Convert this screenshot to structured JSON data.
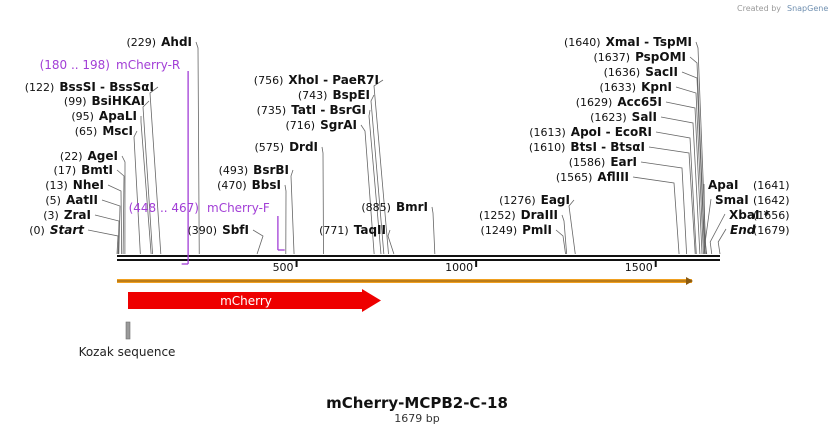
{
  "credit": {
    "prefix": "Created by",
    "brand": "SnapGene"
  },
  "title": "mCherry-MCPB2-C-18",
  "subtitle": "1679 bp",
  "sequence_length": 1679,
  "ruler_ticks": [
    {
      "value": 500,
      "label": "500"
    },
    {
      "value": 1000,
      "label": "1000"
    },
    {
      "value": 1500,
      "label": "1500"
    }
  ],
  "features": [
    {
      "name": "mCherry",
      "start": 1,
      "end": 711,
      "color": "#ee0000"
    },
    {
      "name": "Kozak sequence",
      "start": 32,
      "end": 42,
      "color": "#9a9a9a"
    }
  ],
  "orf": {
    "start": 1,
    "end": 1599,
    "color": "#f0a020"
  },
  "primers": [
    {
      "range": "(180 .. 198)",
      "name": "mCherry-R",
      "start": 180,
      "end": 198,
      "color": "#a23ed6"
    },
    {
      "range": "(448 .. 467)",
      "name": "mCherry-F",
      "start": 448,
      "end": 467,
      "color": "#a23ed6"
    }
  ],
  "site_groups": [
    {
      "pos": "(229)",
      "names": [
        "AhdI"
      ],
      "at": 229
    },
    {
      "pos": "(122)",
      "names": [
        "BssSI",
        "BssSαI"
      ],
      "at": 122
    },
    {
      "pos": "(99)",
      "names": [
        "BsiHKAI"
      ],
      "at": 99
    },
    {
      "pos": "(95)",
      "names": [
        "ApaLI"
      ],
      "at": 95
    },
    {
      "pos": "(65)",
      "names": [
        "MscI"
      ],
      "at": 65
    },
    {
      "pos": "(22)",
      "names": [
        "AgeI"
      ],
      "at": 22
    },
    {
      "pos": "(17)",
      "names": [
        "BmtI"
      ],
      "at": 17
    },
    {
      "pos": "(13)",
      "names": [
        "NheI"
      ],
      "at": 13
    },
    {
      "pos": "(5)",
      "names": [
        "AatII"
      ],
      "at": 5
    },
    {
      "pos": "(3)",
      "names": [
        "ZraI"
      ],
      "at": 3
    },
    {
      "pos": "(0)",
      "names": [
        "Start"
      ],
      "at": 0,
      "italic": true
    },
    {
      "pos": "(756)",
      "names": [
        "XhoI",
        "PaeR7I"
      ],
      "at": 756
    },
    {
      "pos": "(743)",
      "names": [
        "BspEI"
      ],
      "at": 743
    },
    {
      "pos": "(735)",
      "names": [
        "TatI",
        "BsrGI"
      ],
      "at": 735
    },
    {
      "pos": "(716)",
      "names": [
        "SgrAI"
      ],
      "at": 716
    },
    {
      "pos": "(575)",
      "names": [
        "DrdI"
      ],
      "at": 575
    },
    {
      "pos": "(493)",
      "names": [
        "BsrBI"
      ],
      "at": 493
    },
    {
      "pos": "(470)",
      "names": [
        "BbsI"
      ],
      "at": 470
    },
    {
      "pos": "(390)",
      "names": [
        "SbfI"
      ],
      "at": 390
    },
    {
      "pos": "(771)",
      "names": [
        "TaqII"
      ],
      "at": 771
    },
    {
      "pos": "(885)",
      "names": [
        "BmrI"
      ],
      "at": 885
    },
    {
      "pos": "(1276)",
      "names": [
        "EagI"
      ],
      "at": 1276
    },
    {
      "pos": "(1252)",
      "names": [
        "DraIII"
      ],
      "at": 1252
    },
    {
      "pos": "(1249)",
      "names": [
        "PmlI"
      ],
      "at": 1249
    },
    {
      "pos": "(1640)",
      "names": [
        "XmaI",
        "TspMI"
      ],
      "at": 1640
    },
    {
      "pos": "(1637)",
      "names": [
        "PspOMI"
      ],
      "at": 1637
    },
    {
      "pos": "(1636)",
      "names": [
        "SacII"
      ],
      "at": 1636
    },
    {
      "pos": "(1633)",
      "names": [
        "KpnI"
      ],
      "at": 1633
    },
    {
      "pos": "(1629)",
      "names": [
        "Acc65I"
      ],
      "at": 1629
    },
    {
      "pos": "(1623)",
      "names": [
        "SalI"
      ],
      "at": 1623
    },
    {
      "pos": "(1613)",
      "names": [
        "ApoI",
        "EcoRI"
      ],
      "at": 1613
    },
    {
      "pos": "(1610)",
      "names": [
        "BtsI",
        "BtsαI"
      ],
      "at": 1610
    },
    {
      "pos": "(1586)",
      "names": [
        "EarI"
      ],
      "at": 1586
    },
    {
      "pos": "(1565)",
      "names": [
        "AflIII"
      ],
      "at": 1565
    },
    {
      "pos": "(1641)",
      "names": [
        "ApaI"
      ],
      "at": 1641
    },
    {
      "pos": "(1642)",
      "names": [
        "SmaI"
      ],
      "at": 1642
    },
    {
      "pos": "(1656)",
      "names": [
        "XbaI *"
      ],
      "at": 1656
    },
    {
      "pos": "(1679)",
      "names": [
        "End"
      ],
      "at": 1679,
      "italic": true
    }
  ]
}
